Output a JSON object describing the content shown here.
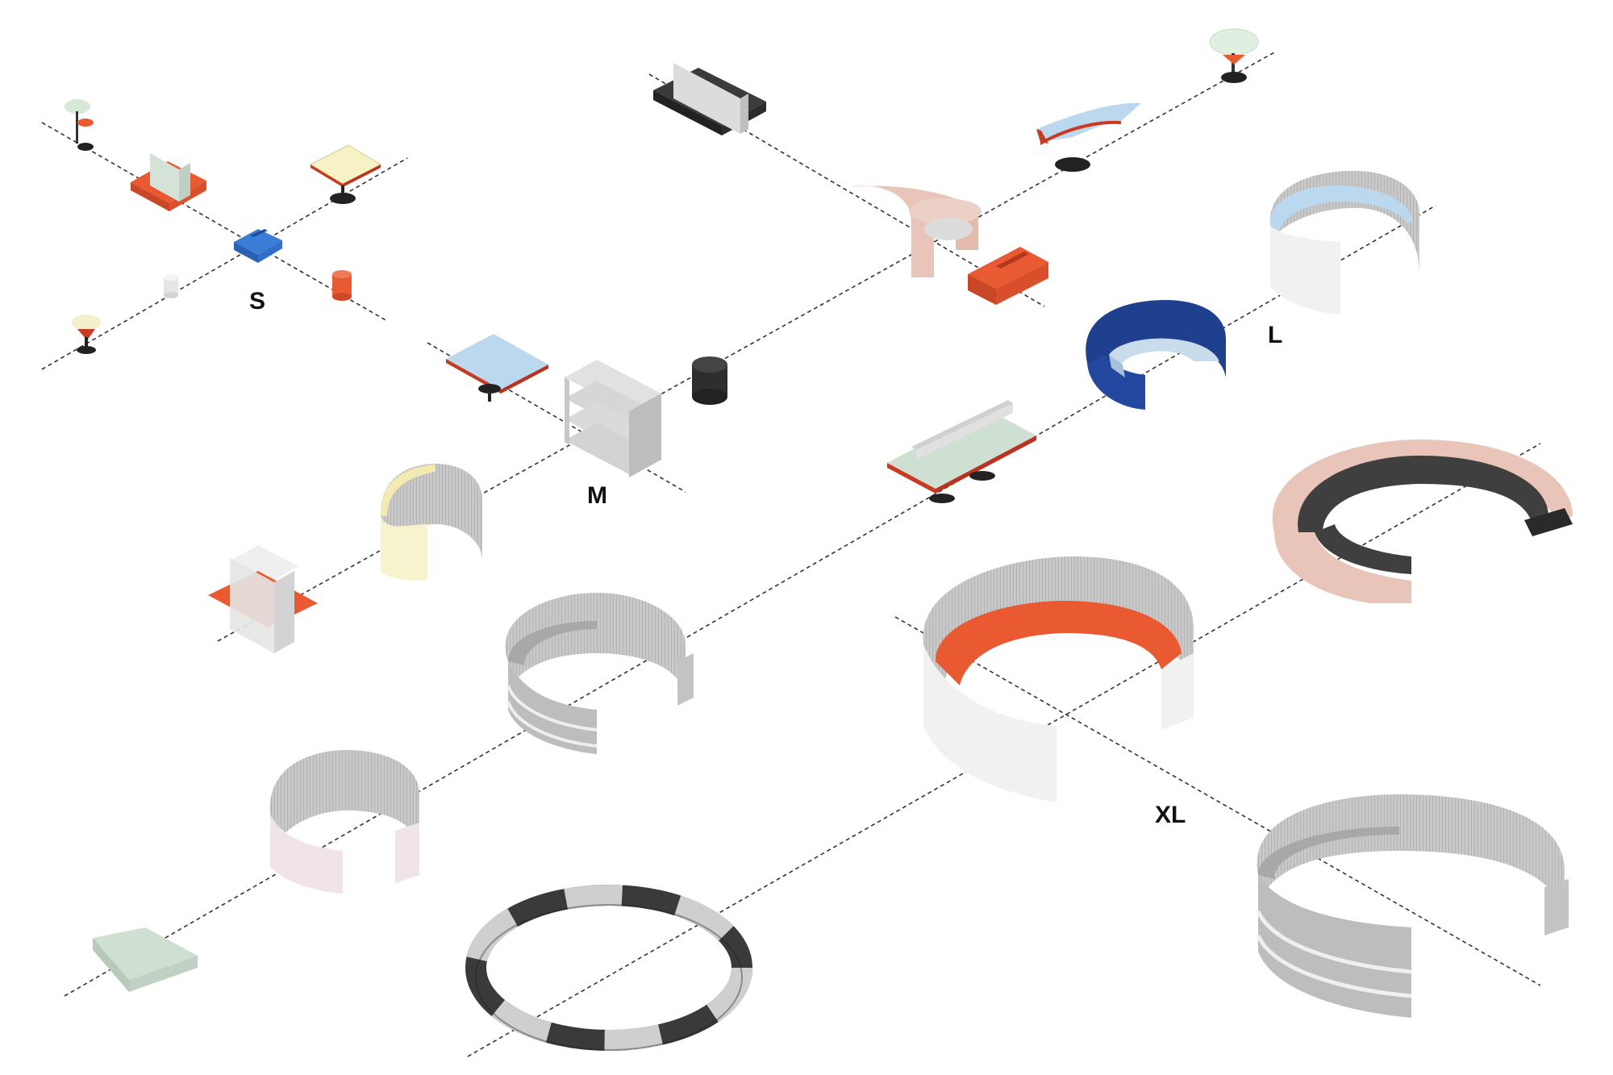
{
  "labels": {
    "s": "S",
    "m": "M",
    "l": "L",
    "xl": "XL"
  },
  "colors": {
    "orange": "#ea5a32",
    "blue": "#2f6fc9",
    "navy": "#1f3f8f",
    "light_blue": "#bcd8ee",
    "cream": "#f6f2c6",
    "pale_yellow": "#f7f3cf",
    "mint": "#cfe0d3",
    "pink": "#f0e3ea",
    "blush": "#e9c4b8",
    "dark": "#3a3a3a",
    "grey": "#b9b9b9",
    "white_panel": "#f1f1ef",
    "guide_line": "#333333"
  }
}
